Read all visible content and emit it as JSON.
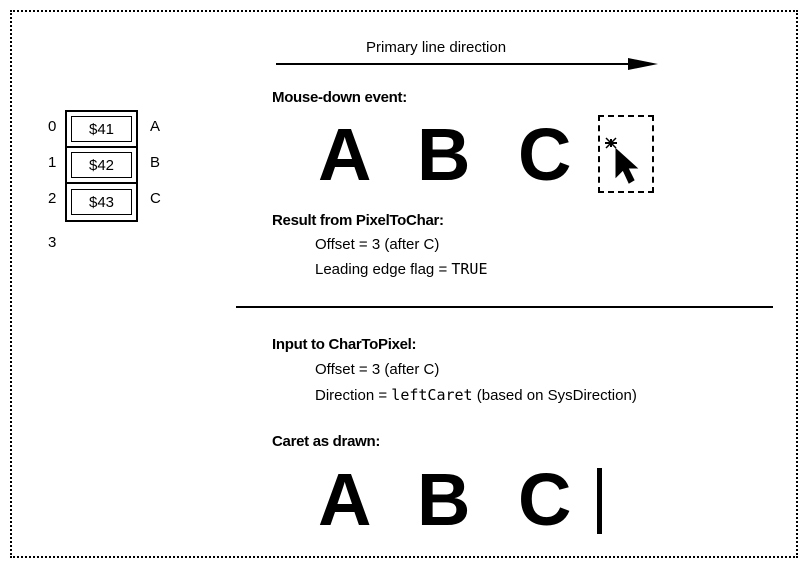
{
  "direction_label": "Primary line direction",
  "table": {
    "indices": [
      "0",
      "1",
      "2",
      "3"
    ],
    "cells": [
      "$41",
      "$42",
      "$43"
    ],
    "chars": [
      "A",
      "B",
      "C"
    ]
  },
  "mouse_down": {
    "heading": "Mouse-down event:",
    "letters": [
      "A",
      "B",
      "C"
    ]
  },
  "pixel_to_char": {
    "heading": "Result from PixelToChar:",
    "line1": "Offset = 3 (after C)",
    "line2_prefix": "Leading edge flag = ",
    "line2_code": "TRUE"
  },
  "char_to_pixel": {
    "heading": "Input to CharToPixel:",
    "line1": "Offset = 3 (after C)",
    "line2_prefix": "Direction = ",
    "line2_code": "leftCaret",
    "line2_suffix": " (based on SysDirection)"
  },
  "caret_drawn": {
    "heading": "Caret as drawn:",
    "letters": [
      "A",
      "B",
      "C"
    ]
  }
}
